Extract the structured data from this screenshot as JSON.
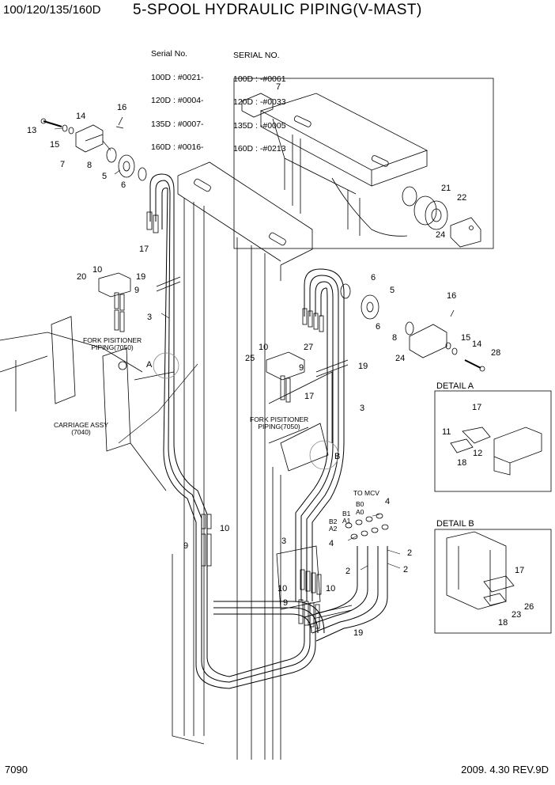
{
  "header": {
    "model": "100/120/135/160D",
    "title": "5-SPOOL HYDRAULIC PIPING(V-MAST)"
  },
  "serials": {
    "left": {
      "heading": "Serial No.",
      "lines": [
        "100D : #0021-",
        "120D : #0004-",
        "135D : #0007-",
        "160D : #0016-"
      ]
    },
    "right": {
      "heading": "SERIAL NO.",
      "lines": [
        "100D : -#0061",
        "120D : -#0033",
        "135D : -#0005",
        "160D : -#0213"
      ]
    }
  },
  "notes": {
    "fork_left_1": "FORK PISITIONER",
    "fork_left_2": "PIPING(7050)",
    "fork_mid_1": "FORK PISITIONER",
    "fork_mid_2": "PIPING(7050)",
    "carriage_1": "CARRIAGE ASSY",
    "carriage_2": "(7040)",
    "to_mcv": "TO MCV"
  },
  "port_labels": [
    "B0",
    "A0",
    "B1",
    "A1",
    "B2",
    "A2"
  ],
  "details": {
    "a": "DETAIL A",
    "b": "DETAIL B"
  },
  "markers": {
    "a": "A",
    "b": "B"
  },
  "callouts": {
    "c13": "13",
    "c14": "14",
    "c15": "15",
    "c16": "16",
    "c7": "7",
    "c8": "8",
    "c5": "5",
    "c6": "6",
    "c7b": "7",
    "c21": "21",
    "c22": "22",
    "c24": "24",
    "c17": "17",
    "c10": "10",
    "c20": "20",
    "c19": "19",
    "c9": "9",
    "c3": "3",
    "c6b": "6",
    "c5b": "5",
    "c16b": "16",
    "c6c": "6",
    "c8b": "8",
    "c15b": "15",
    "c14b": "14",
    "c24b": "24",
    "c28": "28",
    "c10b": "10",
    "c27": "27",
    "c9b": "9",
    "c25": "25",
    "c19b": "19",
    "c17b": "17",
    "c3b": "3",
    "c10c": "10",
    "c9c": "9",
    "c3c": "3",
    "c4": "4",
    "c4b": "4",
    "c2a": "2",
    "c2b": "2",
    "c2c": "2",
    "c10d": "10",
    "c10e": "10",
    "c9d": "9",
    "c19c": "19",
    "da17": "17",
    "da11": "11",
    "da12": "12",
    "da18": "18",
    "db17": "17",
    "db26": "26",
    "db23": "23",
    "db18": "18"
  },
  "footer": {
    "page": "7090",
    "date_rev": "2009. 4.30  REV.9D"
  }
}
